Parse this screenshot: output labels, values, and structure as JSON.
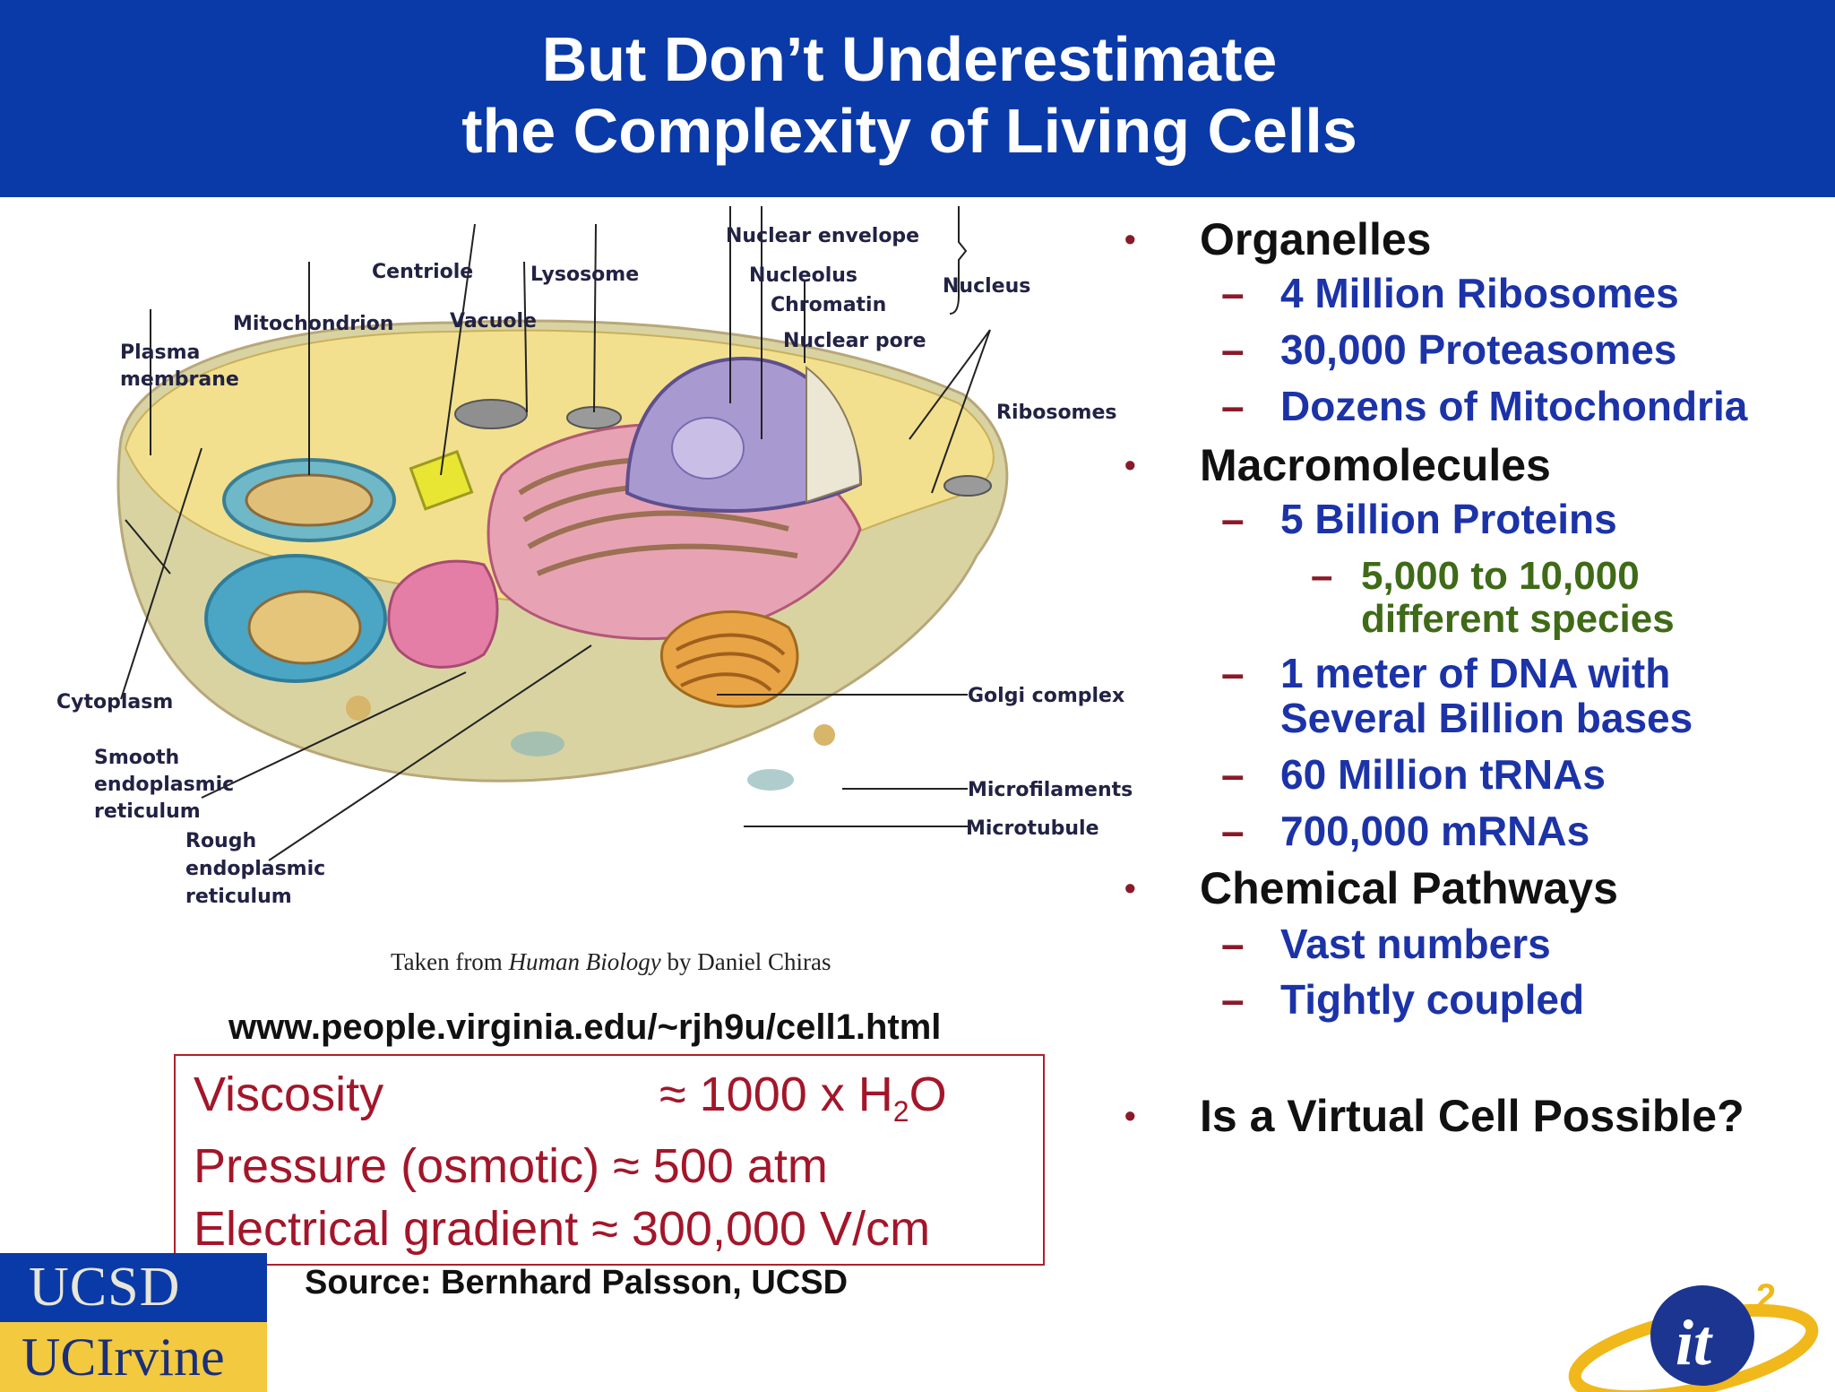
{
  "title": {
    "line1": "But Don’t Underestimate",
    "line2": "the Complexity of Living Cells"
  },
  "diagram": {
    "labels": {
      "nuclear_envelope": "Nuclear envelope",
      "centriole": "Centriole",
      "lysosome": "Lysosome",
      "nucleolus": "Nucleolus",
      "nucleus": "Nucleus",
      "chromatin": "Chromatin",
      "mitochondrion": "Mitochondrion",
      "vacuole": "Vacuole",
      "nuclear_pore": "Nuclear pore",
      "plasma": "Plasma",
      "membrane": "membrane",
      "ribosomes": "Ribosomes",
      "cytoplasm": "Cytoplasm",
      "golgi": "Golgi complex",
      "smooth": "Smooth",
      "endoplasmic": "endoplasmic",
      "reticulum": "reticulum",
      "microfilaments": "Microfilaments",
      "rough": "Rough",
      "microtubule": "Microtubule"
    },
    "caption_prefix": "Taken from ",
    "caption_book": "Human Biology",
    "caption_suffix": " by Daniel Chiras"
  },
  "url": "www.people.virginia.edu/~rjh9u/cell1.html",
  "properties": {
    "viscosity_label": "Viscosity",
    "viscosity_value": "≈ 1000 x H",
    "viscosity_sub": "2",
    "viscosity_tail": "O",
    "pressure": "Pressure (osmotic) ≈ 500 atm",
    "electrical": "Electrical gradient  ≈  300,000 V/cm"
  },
  "source": "Source: Bernhard Palsson, UCSD",
  "logos": {
    "ucsd": "UCSD",
    "ucirvine": "UCIrvine",
    "it2": "it",
    "it2_sup": "2"
  },
  "bullets": {
    "bullet_glyph": "•",
    "dash_glyph": "–",
    "organelles": "Organelles",
    "ribosomes": "4 Million Ribosomes",
    "proteasomes": "30,000 Proteasomes",
    "mitochondria": "Dozens of Mitochondria",
    "macromolecules": "Macromolecules",
    "proteins": "5 Billion Proteins",
    "species_1": "5,000 to 10,000",
    "species_2": "different species",
    "dna_1": "1 meter of DNA with",
    "dna_2": "Several Billion bases",
    "trnas": "60 Million tRNAs",
    "mrnas": "700,000 mRNAs",
    "pathways": "Chemical Pathways",
    "vast": "Vast numbers",
    "coupled": "Tightly coupled",
    "virtual_cell": "Is a Virtual Cell Possible?"
  }
}
